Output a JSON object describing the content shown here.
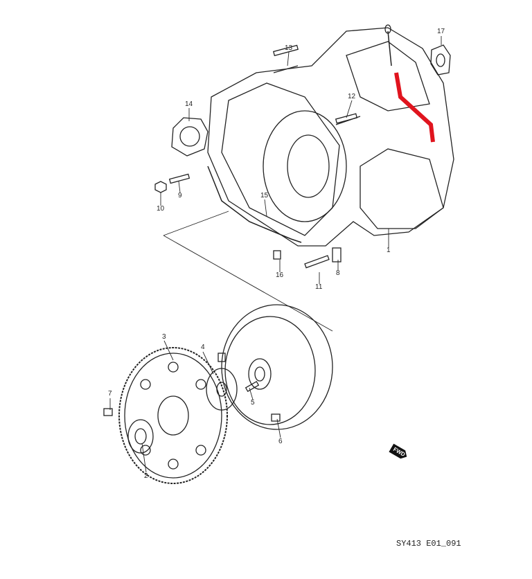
{
  "diagram": {
    "code": "SY413 E01_091",
    "fwd_marker": "FWD",
    "highlight_color": "#e0141e",
    "callouts": [
      "1",
      "2",
      "3",
      "4",
      "5",
      "6",
      "7",
      "8",
      "9",
      "10",
      "11",
      "12",
      "13",
      "14",
      "15",
      "16",
      "17"
    ]
  }
}
